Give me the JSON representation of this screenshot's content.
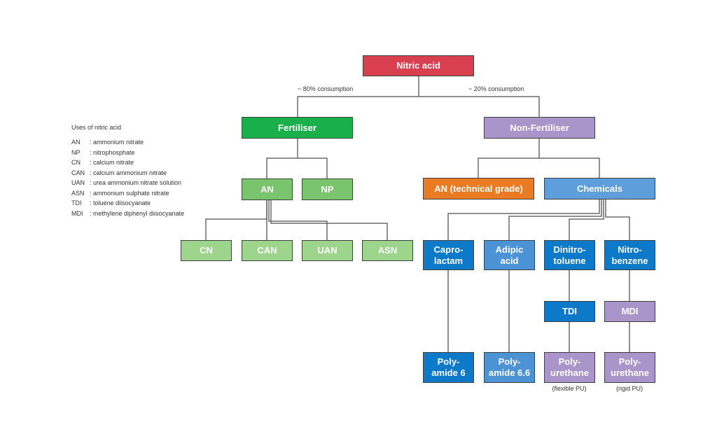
{
  "nodes": {
    "nitric_acid": "Nitric acid",
    "fertiliser": "Fertiliser",
    "non_fertiliser": "Non-Fertiliser",
    "an": "AN",
    "np": "NP",
    "cn": "CN",
    "can": "CAN",
    "uan": "UAN",
    "asn": "ASN",
    "an_technical": "AN (technical grade)",
    "chemicals": "Chemicals",
    "caprolactam": "Capro-\nlactam",
    "adipic_acid": "Adipic\nacid",
    "dinitrotoluene": "Dinitro-\ntoluene",
    "nitrobenzene": "Nitro-\nbenzene",
    "tdi": "TDI",
    "mdi": "MDI",
    "polyamide6": "Poly-\namide 6",
    "polyamide66": "Poly-\namide 6.6",
    "polyurethane_flex": "Poly-\nurethane",
    "polyurethane_rigid": "Poly-\nurethane"
  },
  "edge_labels": {
    "left": "~ 80% consumption",
    "right": "~ 20% consumption"
  },
  "sub_labels": {
    "flexible": "(flexible PU)",
    "rigid": "(rigid PU)"
  },
  "legend": {
    "title": "Uses of nitric acid",
    "items": [
      {
        "abbr": "AN",
        "desc": ": ammonium nitrate"
      },
      {
        "abbr": "NP",
        "desc": ": nitrophosphate"
      },
      {
        "abbr": "CN",
        "desc": ": calcium nitrate"
      },
      {
        "abbr": "CAN",
        "desc": ": calcium ammonium nitrate"
      },
      {
        "abbr": "UAN",
        "desc": ": urea ammonium nitrate solution"
      },
      {
        "abbr": "ASN",
        "desc": ": ammonium sulphate nitrate"
      },
      {
        "abbr": "TDI",
        "desc": ": toluene diisocyanate"
      },
      {
        "abbr": "MDI",
        "desc": ": methylene diphenyl diisocyanate"
      }
    ]
  },
  "colors": {
    "nitric_acid": "#d8404f",
    "fertiliser": "#19b04b",
    "fertiliser_products": "#79c46c",
    "fertiliser_end_products": "#9dd58c",
    "non_fertiliser": "#a995c9",
    "an_technical": "#ea7b23",
    "chemicals": "#5e9edb",
    "chemical_products": "#0d7ac9",
    "connector": "#555555"
  }
}
